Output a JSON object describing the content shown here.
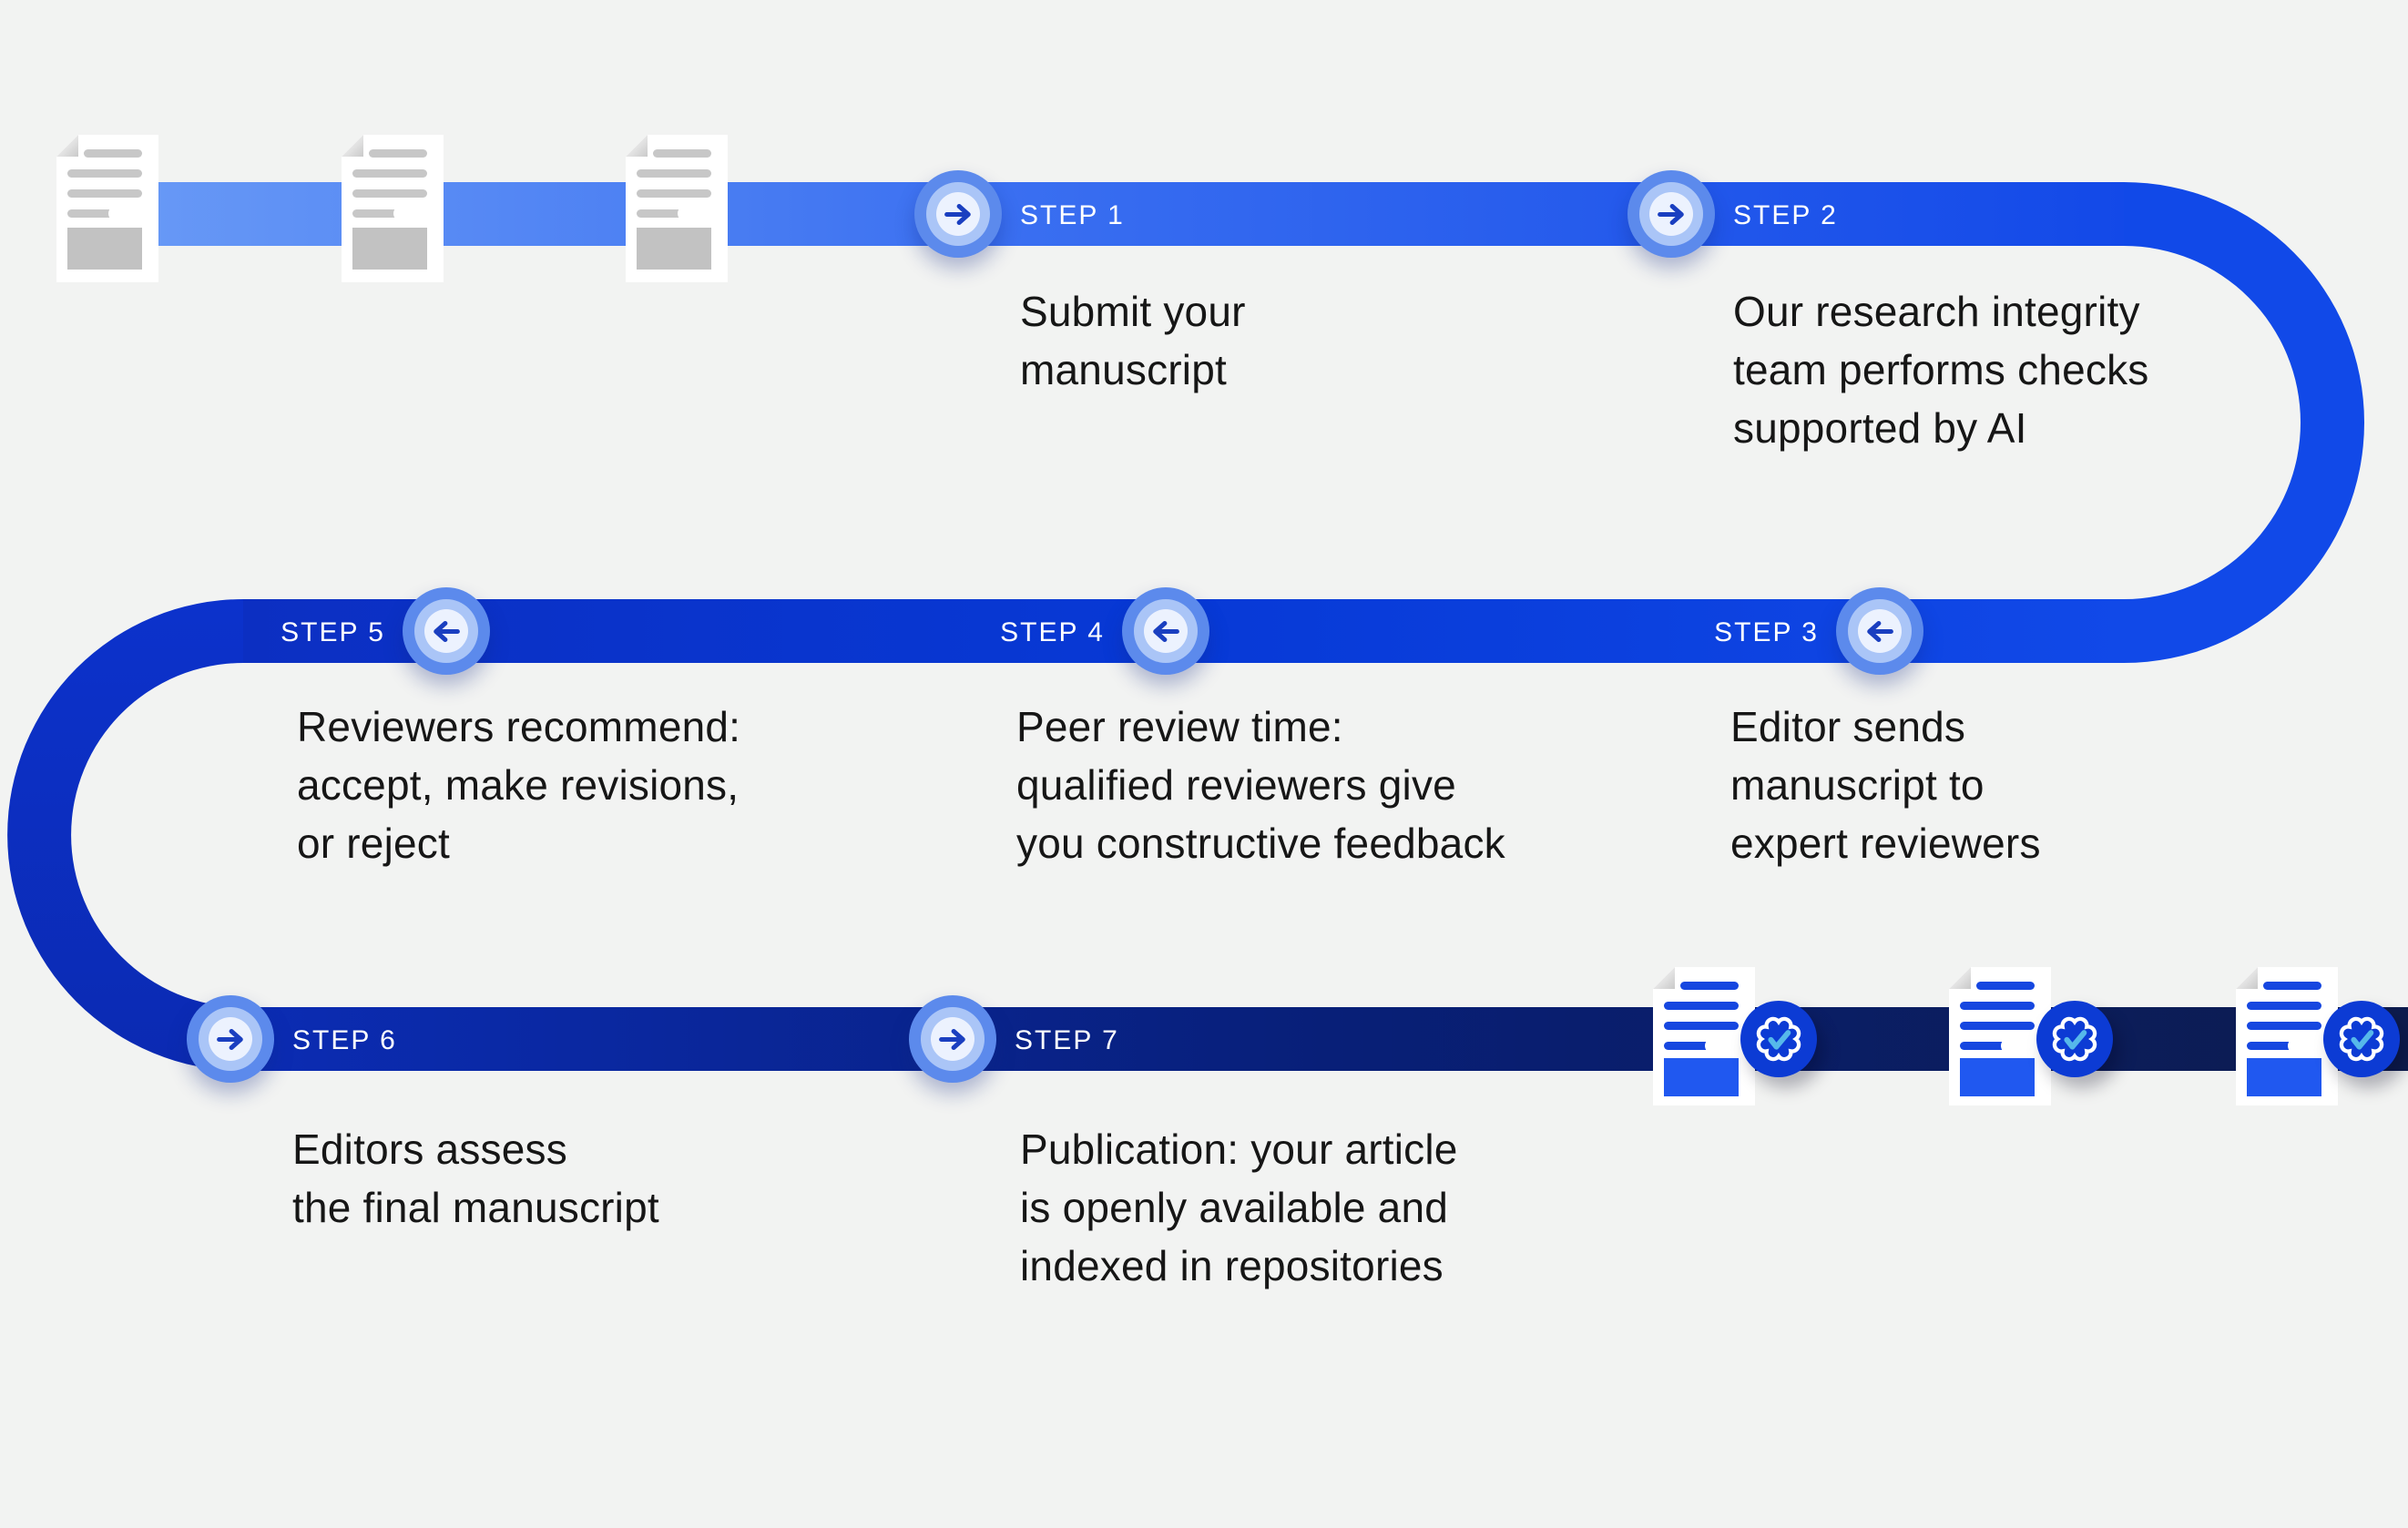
{
  "diagram": {
    "name": "publication process steps",
    "documents": {
      "submitted_manuscripts_count": 3,
      "published_articles_count": 3
    },
    "steps": [
      {
        "label": "STEP 1",
        "arrow": "right",
        "description": "Submit your\nmanuscript"
      },
      {
        "label": "STEP 2",
        "arrow": "right",
        "description": "Our research integrity\nteam performs checks\nsupported by AI"
      },
      {
        "label": "STEP 3",
        "arrow": "left",
        "description": "Editor sends\nmanuscript to\nexpert reviewers"
      },
      {
        "label": "STEP 4",
        "arrow": "left",
        "description": "Peer review time:\nqualified reviewers give\nyou constructive feedback"
      },
      {
        "label": "STEP 5",
        "arrow": "left",
        "description": "Reviewers recommend:\naccept, make revisions,\nor reject"
      },
      {
        "label": "STEP 6",
        "arrow": "right",
        "description": "Editors assess\nthe final manuscript"
      },
      {
        "label": "STEP 7",
        "arrow": "right",
        "description": "Publication: your article\nis openly available and\nindexed in repositories"
      }
    ],
    "colors": {
      "background": "#f2f3f2",
      "band_top_gradient": [
        "#6a9bf6",
        "#3a6ff1",
        "#1349e8"
      ],
      "band_middle_gradient": [
        "#0c2fc2",
        "#0739d6",
        "#1149e8"
      ],
      "band_bottom_gradient": [
        "#0b2cb4",
        "#081f78",
        "#0d1c4e"
      ],
      "curve_right": "#1149e8",
      "curve_left": [
        "#0c32cc",
        "#0b2ab2"
      ],
      "badge_outer": "#5c8aec",
      "badge_ring": "#aac5f7",
      "badge_core": "#ecf2fe",
      "badge_arrow": "#1a3fc0",
      "seal_background": "#0c3bd4",
      "seal_outline": "#ffffff",
      "seal_check": "#56b8ea",
      "doc_gray_lines": "#c7c7c7",
      "doc_blue_lines": "#1647e0",
      "text": "#161616",
      "step_label_text": "#ffffff"
    },
    "icons": {
      "arrow_right": "arrow-right",
      "arrow_left": "arrow-left",
      "seal": "verified-check-seal"
    }
  }
}
